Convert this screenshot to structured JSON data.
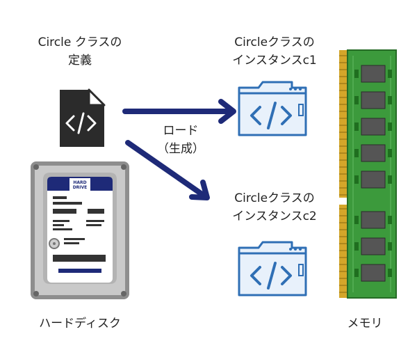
{
  "labels": {
    "class_def": [
      "Circle クラスの",
      "定義"
    ],
    "instance_c1": [
      "Circleクラスの",
      "インスタンスc1"
    ],
    "instance_c2": [
      "Circleクラスの",
      "インスタンスc2"
    ],
    "load": [
      "ロード",
      "（生成）"
    ],
    "hdd": "ハードディスク",
    "memory": "メモリ"
  },
  "hdd_sticker": [
    "HARD",
    "DRIVE"
  ],
  "icons": {
    "class_file": "code-file-icon",
    "instance_window": "code-window-icon",
    "hdd": "hard-drive-icon",
    "ram": "ram-module-icon",
    "arrow": "arrow-icon"
  },
  "colors": {
    "arrow": "#1e2a78",
    "file": "#2b2b2b",
    "window_stroke": "#2f6fb5",
    "window_fill": "#e8f1fb",
    "ram_pcb": "#3c9a3c",
    "ram_gold": "#d4a62a",
    "ram_chip": "#555555",
    "hdd_body": "#c9c9c9",
    "hdd_label": "#1e2a78"
  }
}
